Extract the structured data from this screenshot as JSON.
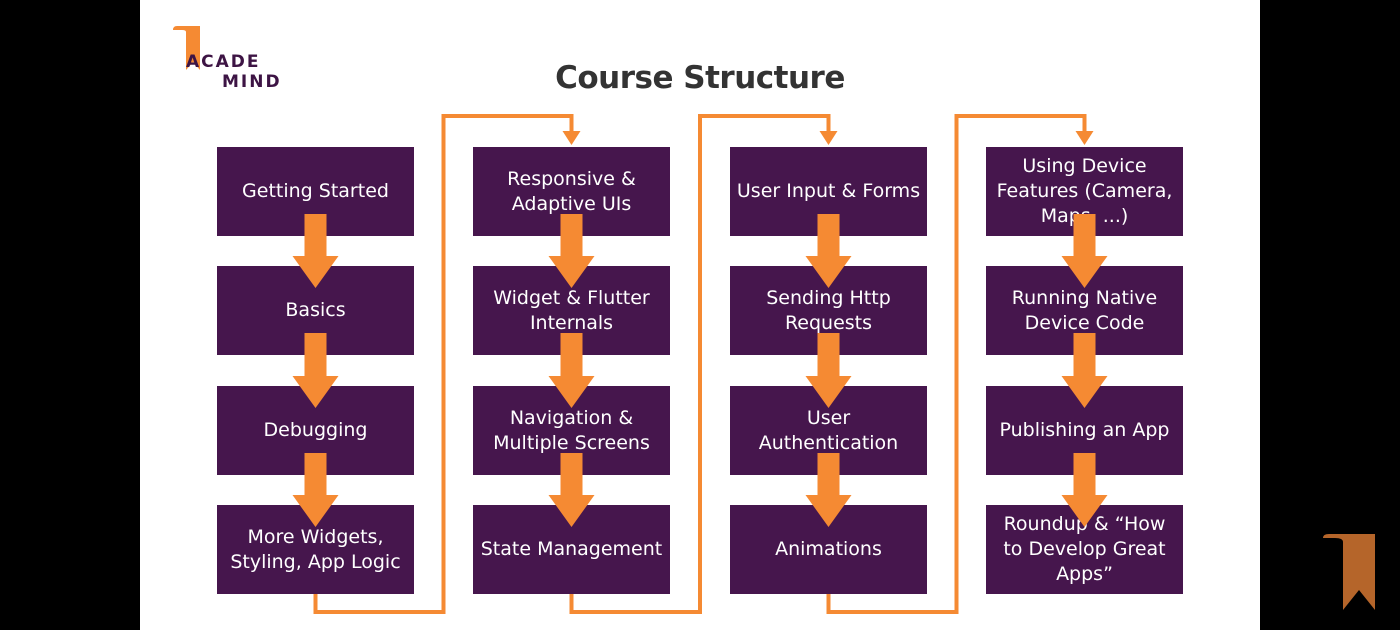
{
  "slide": {
    "title": "Course Structure",
    "logo": {
      "line1": "ACADE",
      "line2": "MIND"
    },
    "columns": [
      {
        "boxes": [
          "Getting Started",
          "Basics",
          "Debugging",
          "More Widgets, Styling, App Logic"
        ]
      },
      {
        "boxes": [
          "Responsive & Adaptive UIs",
          "Widget & Flutter Internals",
          "Navigation & Multiple Screens",
          "State Management"
        ]
      },
      {
        "boxes": [
          "User Input & Forms",
          "Sending Http Requests",
          "User Authentication",
          "Animations"
        ]
      },
      {
        "boxes": [
          "Using Device Features (Camera, Maps, ...)",
          "Running Native Device Code",
          "Publishing an App",
          "Roundup & “How to Develop Great Apps”"
        ]
      }
    ]
  },
  "colors": {
    "box": "#46164d",
    "arrow": "#f58a33",
    "brand": "#3d1444",
    "bookmark": "#b5652a"
  },
  "icons": {
    "logo": "academind-bookmark-icon",
    "corner": "bookmark-icon"
  }
}
